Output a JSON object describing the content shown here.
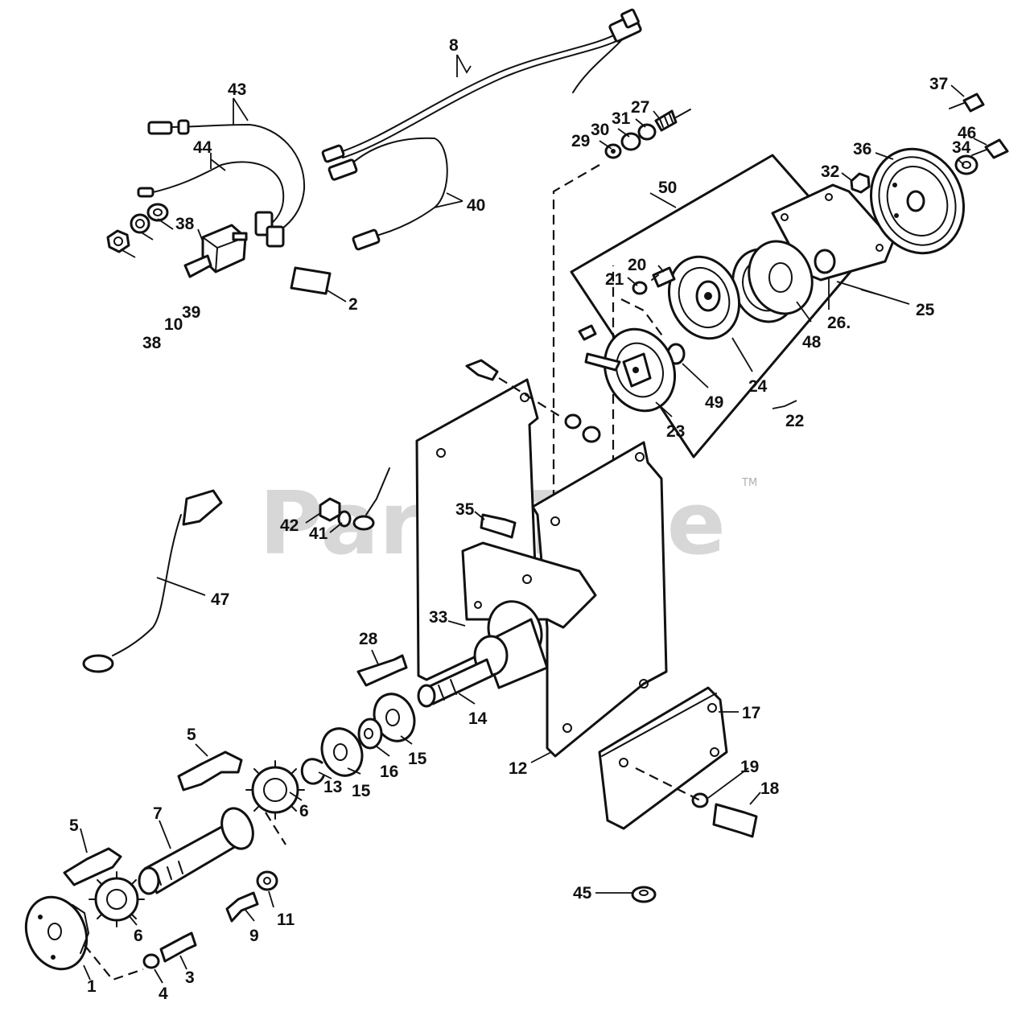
{
  "watermark": {
    "text": "PartsTree",
    "trademark": "TM"
  },
  "callouts": [
    {
      "id": "c8",
      "text": "8"
    },
    {
      "id": "c43",
      "text": "43"
    },
    {
      "id": "c44",
      "text": "44"
    },
    {
      "id": "c38a",
      "text": "38"
    },
    {
      "id": "c2",
      "text": "2"
    },
    {
      "id": "c39",
      "text": "39"
    },
    {
      "id": "c10",
      "text": "10"
    },
    {
      "id": "c38b",
      "text": "38"
    },
    {
      "id": "c40",
      "text": "40"
    },
    {
      "id": "c29",
      "text": "29"
    },
    {
      "id": "c30",
      "text": "30"
    },
    {
      "id": "c31",
      "text": "31"
    },
    {
      "id": "c27",
      "text": "27"
    },
    {
      "id": "c37",
      "text": "37"
    },
    {
      "id": "c46",
      "text": "46"
    },
    {
      "id": "c36",
      "text": "36"
    },
    {
      "id": "c34",
      "text": "34"
    },
    {
      "id": "c32",
      "text": "32"
    },
    {
      "id": "c50",
      "text": "50"
    },
    {
      "id": "c20",
      "text": "20"
    },
    {
      "id": "c21",
      "text": "21"
    },
    {
      "id": "c25",
      "text": "25"
    },
    {
      "id": "c26",
      "text": "26."
    },
    {
      "id": "c48",
      "text": "48"
    },
    {
      "id": "c24",
      "text": "24"
    },
    {
      "id": "c49",
      "text": "49"
    },
    {
      "id": "c23",
      "text": "23"
    },
    {
      "id": "c22",
      "text": "22"
    },
    {
      "id": "c42",
      "text": "42"
    },
    {
      "id": "c41",
      "text": "41"
    },
    {
      "id": "c35",
      "text": "35"
    },
    {
      "id": "c47",
      "text": "47"
    },
    {
      "id": "c33",
      "text": "33"
    },
    {
      "id": "c28",
      "text": "28"
    },
    {
      "id": "c14",
      "text": "14"
    },
    {
      "id": "c17",
      "text": "17"
    },
    {
      "id": "c12",
      "text": "12"
    },
    {
      "id": "c15a",
      "text": "15"
    },
    {
      "id": "c16",
      "text": "16"
    },
    {
      "id": "c15b",
      "text": "15"
    },
    {
      "id": "c13",
      "text": "13"
    },
    {
      "id": "c6a",
      "text": "6"
    },
    {
      "id": "c5a",
      "text": "5"
    },
    {
      "id": "c19",
      "text": "19"
    },
    {
      "id": "c18",
      "text": "18"
    },
    {
      "id": "c7",
      "text": "7"
    },
    {
      "id": "c5b",
      "text": "5"
    },
    {
      "id": "c11",
      "text": "11"
    },
    {
      "id": "c9",
      "text": "9"
    },
    {
      "id": "c6b",
      "text": "6"
    },
    {
      "id": "c3",
      "text": "3"
    },
    {
      "id": "c4",
      "text": "4"
    },
    {
      "id": "c1",
      "text": "1"
    },
    {
      "id": "c45",
      "text": "45"
    }
  ]
}
